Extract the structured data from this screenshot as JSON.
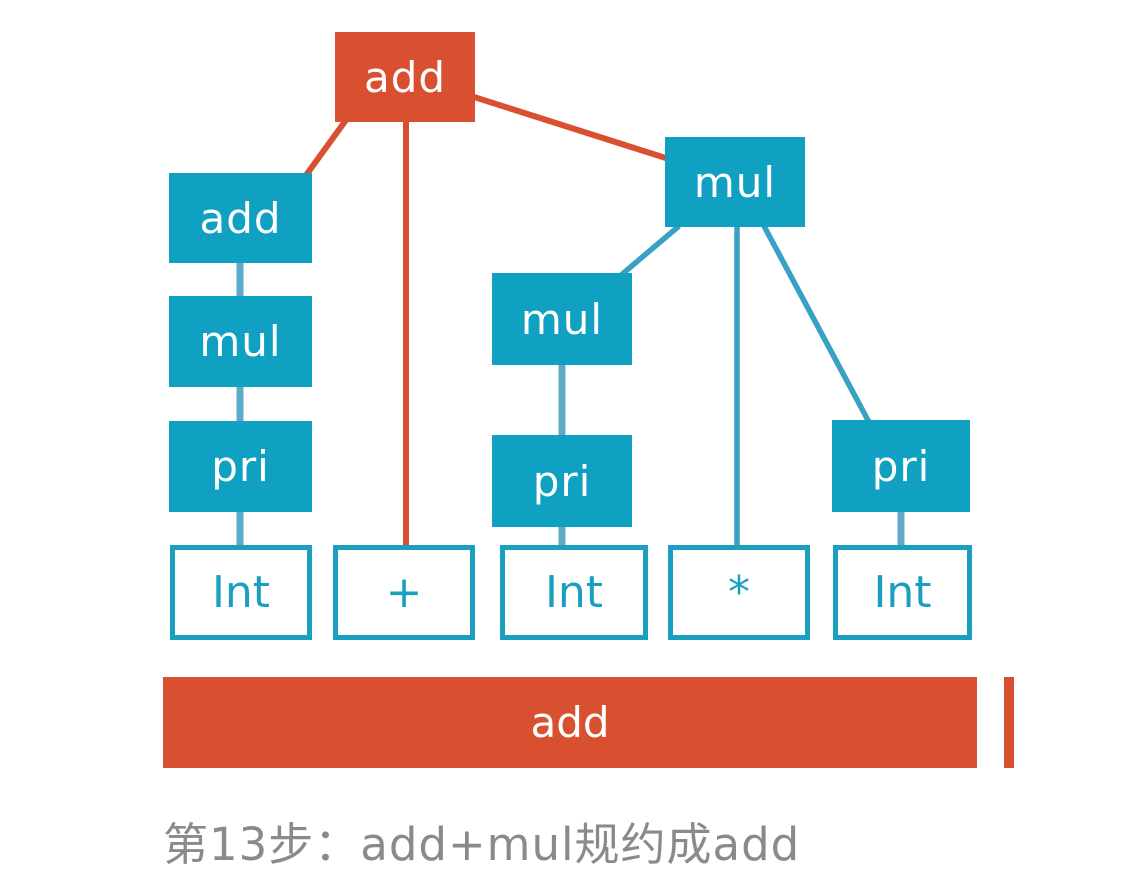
{
  "diagram": {
    "root": {
      "label": "add"
    },
    "left": [
      {
        "label": "add"
      },
      {
        "label": "mul"
      },
      {
        "label": "pri"
      }
    ],
    "mid": [
      {
        "label": "mul"
      },
      {
        "label": "pri"
      }
    ],
    "right_mul": {
      "label": "mul"
    },
    "right_pri": {
      "label": "pri"
    },
    "tokens": [
      {
        "label": "Int"
      },
      {
        "label": "+"
      },
      {
        "label": "Int"
      },
      {
        "label": "*"
      },
      {
        "label": "Int"
      }
    ],
    "result": {
      "label": "add"
    },
    "caption": {
      "text": "第13步：add+mul规约成add"
    }
  },
  "colors": {
    "node_red": "#d8502f",
    "node_teal": "#10a0c1",
    "token_border_teal": "#1b9fc0",
    "edge_red": "#d8502f",
    "edge_blue": "#38a1c4",
    "edge_light_blue": "#5fa9c9",
    "caption_gray": "#8a8a8a",
    "text_white": "#ffffff",
    "background": "#ffffff"
  }
}
